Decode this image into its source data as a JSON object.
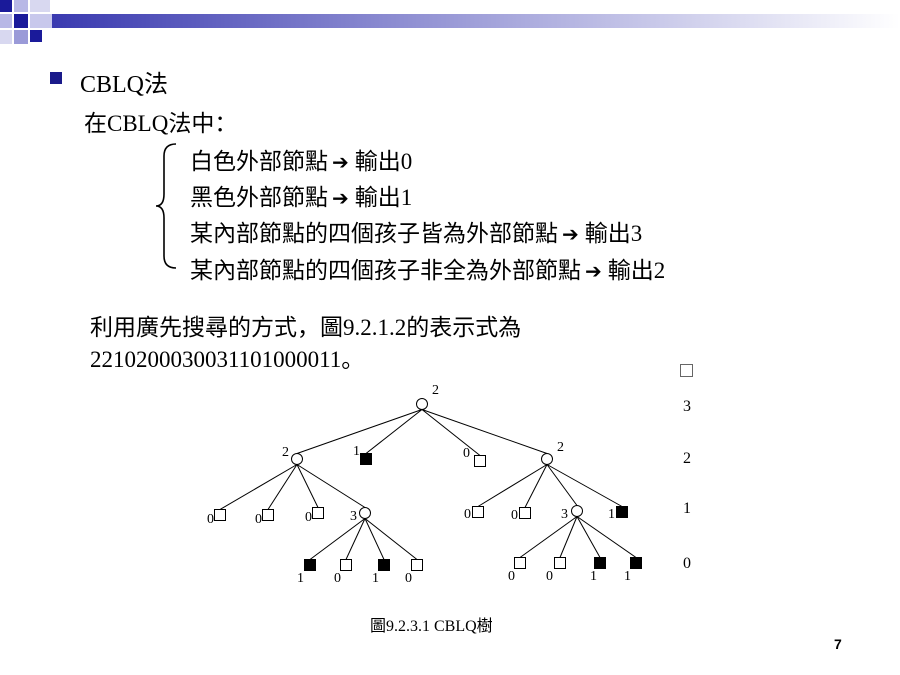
{
  "heading": "CBLQ法",
  "intro": "在CBLQ法中：",
  "rules": [
    {
      "text": "白色外部節點",
      "output": "輸出0"
    },
    {
      "text": "黑色外部節點",
      "output": "輸出1"
    },
    {
      "text": "某內部節點的四個孩子皆為外部節點",
      "output": "輸出3"
    },
    {
      "text": "某內部節點的四個孩子非全為外部節點",
      "output": "輸出2"
    }
  ],
  "arrow_icon": "right-arrow-icon",
  "paragraph": {
    "line1": "利用廣先搜尋的方式，圖9.2.1.2的表示式為",
    "line2": "2210200030031101000011。"
  },
  "level_legend": [
    "3",
    "2",
    "1",
    "0"
  ],
  "figure_caption": "圖9.2.3.1  CBLQ樹",
  "page_number": "7",
  "tree": {
    "nodes": [
      {
        "id": "n0",
        "shape": "circle",
        "label": "2"
      },
      {
        "id": "n1",
        "shape": "circle",
        "label": "2"
      },
      {
        "id": "n2",
        "shape": "square-black",
        "label": "1"
      },
      {
        "id": "n3",
        "shape": "square-white",
        "label": "0"
      },
      {
        "id": "n4",
        "shape": "circle",
        "label": "2"
      },
      {
        "id": "n5",
        "shape": "square-white",
        "label": "0"
      },
      {
        "id": "n6",
        "shape": "square-white",
        "label": "0"
      },
      {
        "id": "n7",
        "shape": "square-white",
        "label": "0"
      },
      {
        "id": "n8",
        "shape": "circle",
        "label": "3"
      },
      {
        "id": "n9",
        "shape": "square-white",
        "label": "0"
      },
      {
        "id": "n10",
        "shape": "square-white",
        "label": "0"
      },
      {
        "id": "n11",
        "shape": "circle",
        "label": "3"
      },
      {
        "id": "n12",
        "shape": "square-black",
        "label": "1"
      },
      {
        "id": "n13",
        "shape": "square-black",
        "label": "1"
      },
      {
        "id": "n14",
        "shape": "square-white",
        "label": "0"
      },
      {
        "id": "n15",
        "shape": "square-black",
        "label": "1"
      },
      {
        "id": "n16",
        "shape": "square-white",
        "label": "0"
      },
      {
        "id": "n17",
        "shape": "square-white",
        "label": "0"
      },
      {
        "id": "n18",
        "shape": "square-white",
        "label": "0"
      },
      {
        "id": "n19",
        "shape": "square-black",
        "label": "1"
      },
      {
        "id": "n20",
        "shape": "square-black",
        "label": "1"
      }
    ],
    "edges": [
      [
        "n0",
        "n1"
      ],
      [
        "n0",
        "n2"
      ],
      [
        "n0",
        "n3"
      ],
      [
        "n0",
        "n4"
      ],
      [
        "n1",
        "n5"
      ],
      [
        "n1",
        "n6"
      ],
      [
        "n1",
        "n7"
      ],
      [
        "n1",
        "n8"
      ],
      [
        "n4",
        "n9"
      ],
      [
        "n4",
        "n10"
      ],
      [
        "n4",
        "n11"
      ],
      [
        "n4",
        "n12"
      ],
      [
        "n8",
        "n13"
      ],
      [
        "n8",
        "n14"
      ],
      [
        "n8",
        "n15"
      ],
      [
        "n8",
        "n16"
      ],
      [
        "n11",
        "n17"
      ],
      [
        "n11",
        "n18"
      ],
      [
        "n11",
        "n19"
      ],
      [
        "n11",
        "n20"
      ]
    ]
  }
}
